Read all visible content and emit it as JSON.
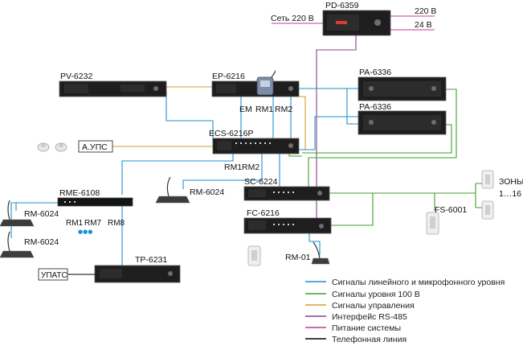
{
  "devices": {
    "pd": "PD-6359",
    "pv": "PV-6232",
    "ep": "EP-6216",
    "pa1": "PA-6336",
    "pa2": "PA-6336",
    "ecs": "ECS-6216P",
    "rme": "RME-6108",
    "sc": "SC-6224",
    "fc": "FC-6216",
    "tp": "TP-6231",
    "fs": "FS-6001",
    "rm_center": "RM-6024",
    "rm_left1": "RM-6024",
    "rm_left2": "RM-6024",
    "rm01": "RM-01"
  },
  "labels": {
    "mains": "Сеть 220 В",
    "v220": "220 В",
    "v24": "24 В",
    "em": "EM",
    "ep_rm1": "RM1",
    "ep_rm2": "RM2",
    "ecs_rm1": "RM1",
    "ecs_rm2": "RM2",
    "rme_rm1": "RM1",
    "rme_rm7": "RM7",
    "rme_rm8": "RM8",
    "dots": "●●●",
    "aups": "А.УПС",
    "upats": "УПАТС",
    "zones_1": "ЗОНЫ",
    "zones_2": "1…16"
  },
  "legend": [
    {
      "color": "#1f8fd0",
      "text": "Сигналы линейного и микрофонного уровня"
    },
    {
      "color": "#3da02c",
      "text": "Сигналы уровня 100 В"
    },
    {
      "color": "#d89a3a",
      "text": "Сигналы управления"
    },
    {
      "color": "#8a3f8a",
      "text": "Интерфейс RS-485"
    },
    {
      "color": "#c23b98",
      "text": "Питание системы"
    },
    {
      "color": "#000000",
      "text": "Телефонная линия"
    }
  ]
}
